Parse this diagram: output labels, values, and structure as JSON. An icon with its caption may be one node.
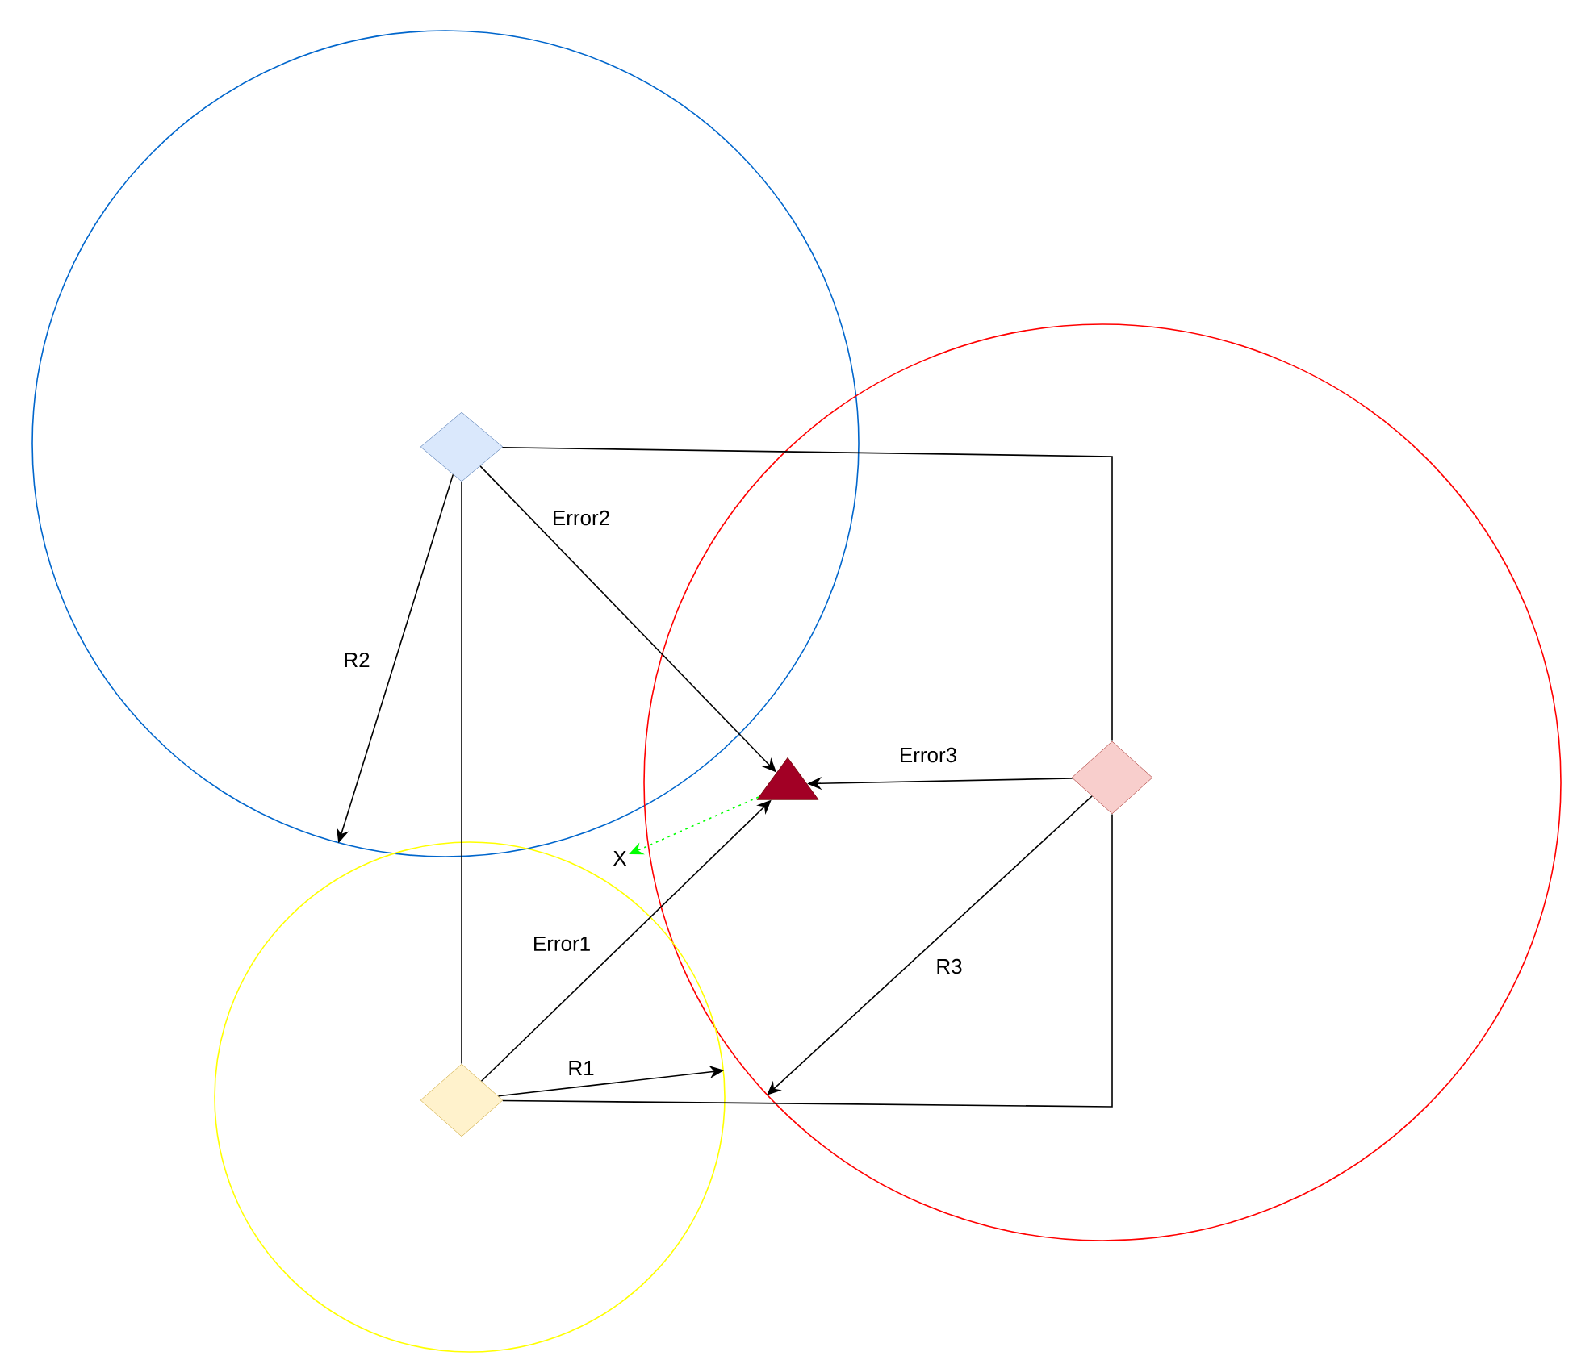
{
  "diagram": {
    "nodes": [
      {
        "text": [],
        "shape": "circle"
      },
      {
        "text": [],
        "shape": "diamond",
        "in": 0
      },
      {
        "text": [],
        "shape": "circle"
      },
      {
        "text": [],
        "shape": "diamond",
        "in": 2
      },
      {
        "text": [],
        "shape": "triangle",
        "in": 2
      },
      {
        "text": [
          "X"
        ]
      },
      {
        "text": [],
        "shape": "circle"
      },
      {
        "text": [],
        "shape": "diamond",
        "in": 6
      }
    ],
    "edges": [
      {
        "from": 1,
        "to": 7,
        "arrow": "none"
      },
      {
        "from": 1,
        "to": 3,
        "arrow": "none"
      },
      {
        "from": 7,
        "to": 3,
        "arrow": "none"
      },
      {
        "from": 1,
        "to": 0,
        "arrow": "to",
        "label": "R2"
      },
      {
        "from": 1,
        "to": 4,
        "arrow": "to",
        "label": "Error2"
      },
      {
        "from": 3,
        "to": 4,
        "arrow": "to",
        "label": "Error3"
      },
      {
        "from": 3,
        "to": 2,
        "arrow": "to",
        "label": "R3"
      },
      {
        "from": 7,
        "to": 4,
        "arrow": "to",
        "label": "Error1"
      },
      {
        "from": 7,
        "to": 6,
        "arrow": "to",
        "label": "R1"
      },
      {
        "from": 4,
        "to": 5,
        "arrow": "to",
        "style": "dashed",
        "color": "#00ff00"
      }
    ]
  }
}
